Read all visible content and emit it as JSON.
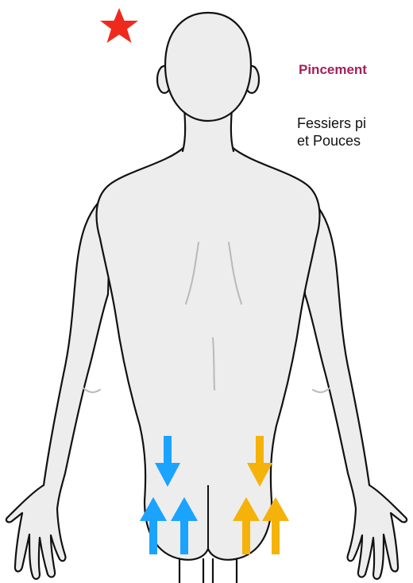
{
  "title": "Pincement",
  "description_line1": "Fessiers pi",
  "description_line2": "et Pouces",
  "colors": {
    "title": "#a3215c",
    "star": "#f0291e",
    "left_arrows": "#1aa3ff",
    "right_arrows": "#f5b20a",
    "body_fill": "#ededed",
    "outline": "#111111",
    "muscle_lines": "#b9b9b9"
  },
  "icons": {
    "star": "star-icon",
    "left_group": "blue-pinch-arrows-icon",
    "right_group": "yellow-pinch-arrows-icon"
  }
}
